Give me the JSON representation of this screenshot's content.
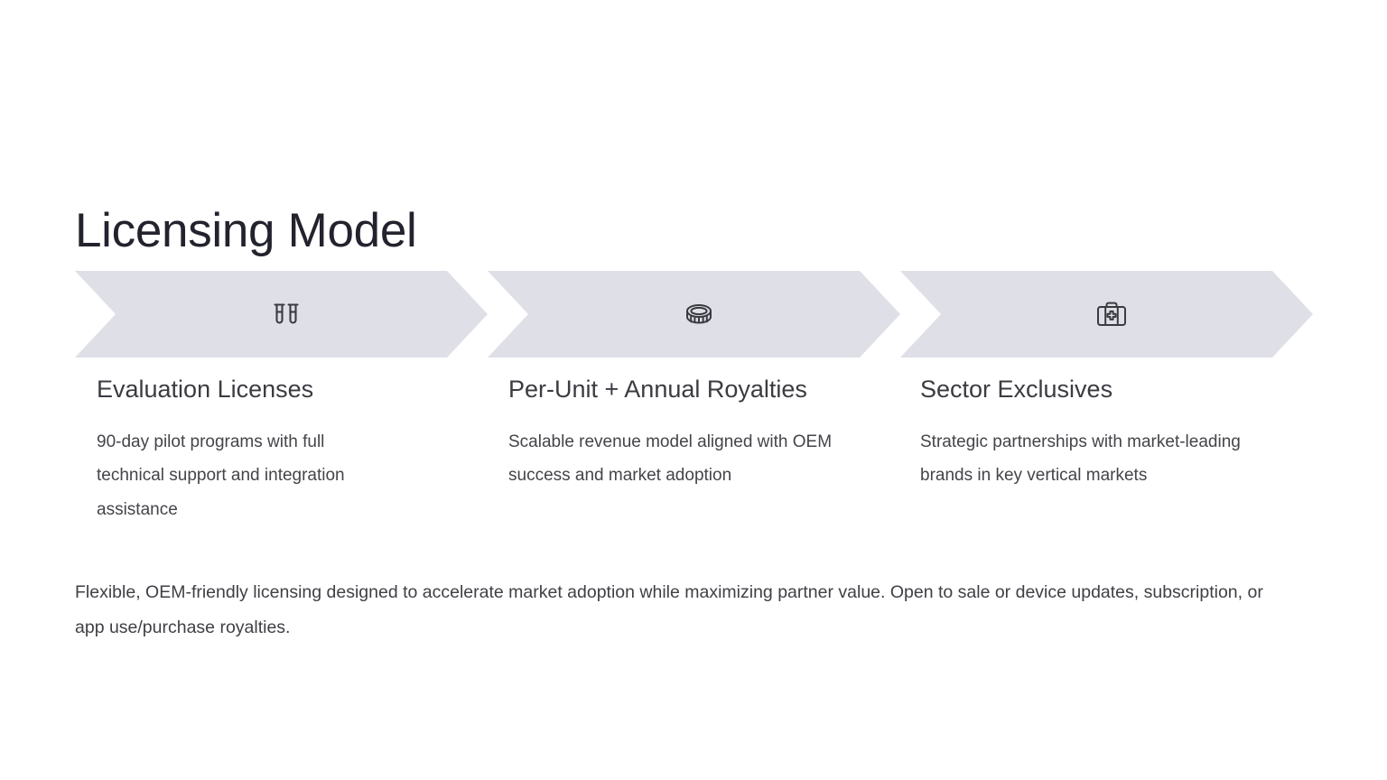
{
  "slide": {
    "title": "Licensing Model",
    "accent_color": "#dfdfe7",
    "title_color": "#23232e",
    "background_color": "#ffffff"
  },
  "steps": [
    {
      "icon": "test-tubes-icon",
      "title": "Evaluation Licenses",
      "body": "90-day pilot programs with full technical support and integration assistance"
    },
    {
      "icon": "coin-icon",
      "title": "Per-Unit + Annual Royalties",
      "body": "Scalable revenue model aligned with OEM success and market adoption"
    },
    {
      "icon": "first-aid-kit-icon",
      "title": "Sector Exclusives",
      "body": "Strategic partnerships with market-leading brands in key vertical markets"
    }
  ],
  "footer": {
    "text": "Flexible, OEM-friendly licensing designed to accelerate market adoption while maximizing partner value. Open to sale or device updates, subscription, or app use/purchase royalties."
  }
}
